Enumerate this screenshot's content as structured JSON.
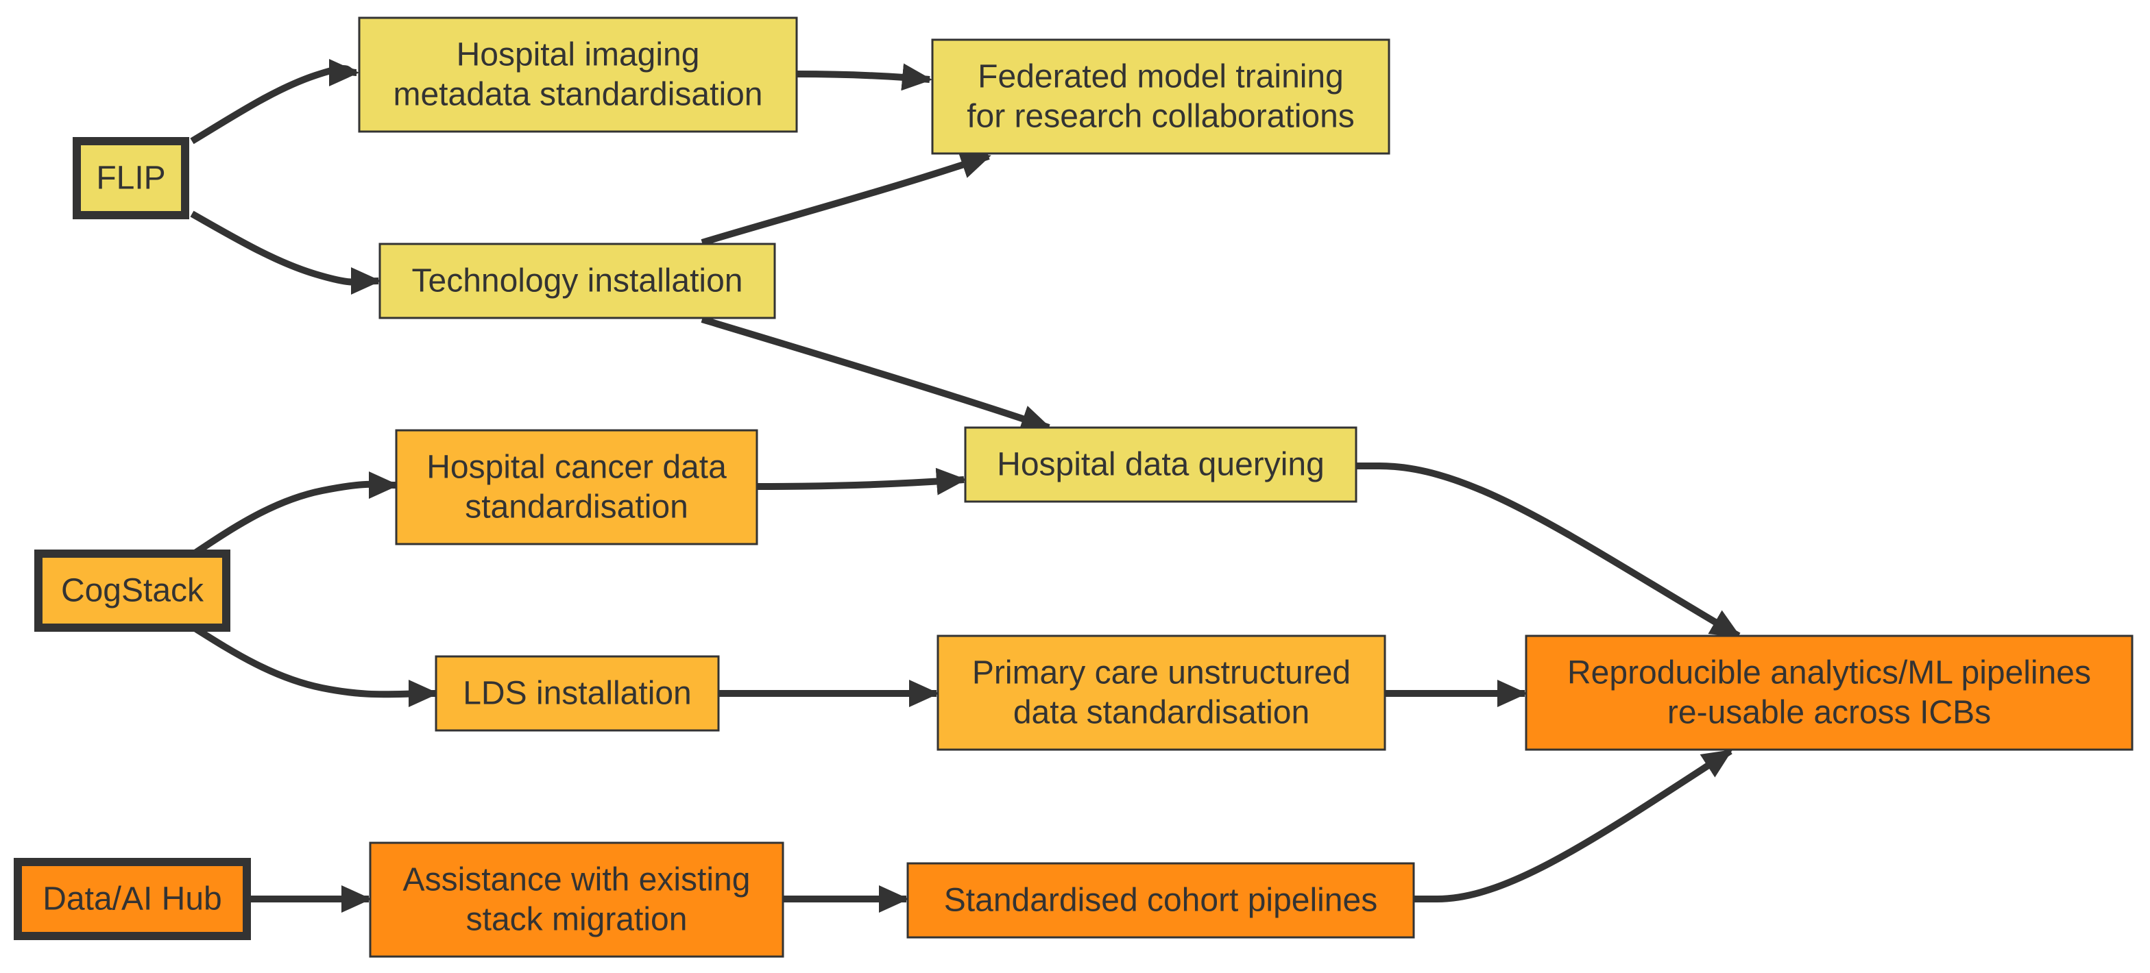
{
  "colors": {
    "yellow": "#EEDC64",
    "amber": "#FDB735",
    "orange": "#FF8C14",
    "stroke": "#333333",
    "background": "#FFFFFF"
  },
  "nodes": [
    {
      "id": "flip",
      "lines": [
        "FLIP"
      ],
      "color": "yellow",
      "root": true
    },
    {
      "id": "hosp-imaging",
      "lines": [
        "Hospital imaging",
        "metadata standardisation"
      ],
      "color": "yellow"
    },
    {
      "id": "tech-install",
      "lines": [
        "Technology installation"
      ],
      "color": "yellow"
    },
    {
      "id": "fed-training",
      "lines": [
        "Federated model training",
        "for research collaborations"
      ],
      "color": "yellow"
    },
    {
      "id": "hosp-querying",
      "lines": [
        "Hospital data querying"
      ],
      "color": "yellow"
    },
    {
      "id": "cogstack",
      "lines": [
        "CogStack"
      ],
      "color": "amber",
      "root": true
    },
    {
      "id": "hosp-cancer",
      "lines": [
        "Hospital cancer data",
        "standardisation"
      ],
      "color": "amber"
    },
    {
      "id": "lds-install",
      "lines": [
        "LDS installation"
      ],
      "color": "amber"
    },
    {
      "id": "primary-care",
      "lines": [
        "Primary care unstructured",
        "data standardisation"
      ],
      "color": "amber"
    },
    {
      "id": "data-ai-hub",
      "lines": [
        "Data/AI Hub"
      ],
      "color": "orange",
      "root": true
    },
    {
      "id": "stack-migration",
      "lines": [
        "Assistance with existing",
        "stack migration"
      ],
      "color": "orange"
    },
    {
      "id": "cohort-pipelines",
      "lines": [
        "Standardised cohort pipelines"
      ],
      "color": "orange"
    },
    {
      "id": "repro-pipelines",
      "lines": [
        "Reproducible analytics/ML pipelines",
        "re-usable across ICBs"
      ],
      "color": "orange"
    }
  ],
  "edges": [
    {
      "from": "flip",
      "to": "hosp-imaging"
    },
    {
      "from": "flip",
      "to": "tech-install"
    },
    {
      "from": "hosp-imaging",
      "to": "fed-training"
    },
    {
      "from": "tech-install",
      "to": "fed-training"
    },
    {
      "from": "tech-install",
      "to": "hosp-querying"
    },
    {
      "from": "cogstack",
      "to": "hosp-cancer"
    },
    {
      "from": "cogstack",
      "to": "lds-install"
    },
    {
      "from": "hosp-cancer",
      "to": "hosp-querying"
    },
    {
      "from": "hosp-querying",
      "to": "repro-pipelines"
    },
    {
      "from": "lds-install",
      "to": "primary-care"
    },
    {
      "from": "primary-care",
      "to": "repro-pipelines"
    },
    {
      "from": "data-ai-hub",
      "to": "stack-migration"
    },
    {
      "from": "stack-migration",
      "to": "cohort-pipelines"
    },
    {
      "from": "cohort-pipelines",
      "to": "repro-pipelines"
    }
  ]
}
